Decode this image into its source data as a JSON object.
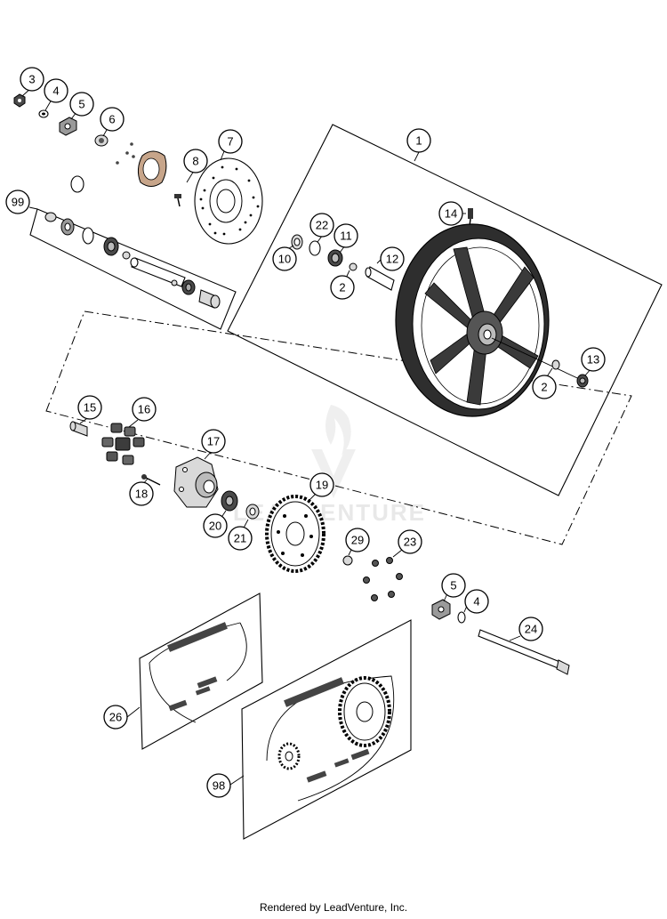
{
  "callouts": [
    {
      "id": "c1",
      "label": "1"
    },
    {
      "id": "c2a",
      "label": "2"
    },
    {
      "id": "c2b",
      "label": "2"
    },
    {
      "id": "c3",
      "label": "3"
    },
    {
      "id": "c4a",
      "label": "4"
    },
    {
      "id": "c4b",
      "label": "4"
    },
    {
      "id": "c5a",
      "label": "5"
    },
    {
      "id": "c5b",
      "label": "5"
    },
    {
      "id": "c6",
      "label": "6"
    },
    {
      "id": "c7",
      "label": "7"
    },
    {
      "id": "c8",
      "label": "8"
    },
    {
      "id": "c10",
      "label": "10"
    },
    {
      "id": "c11",
      "label": "11"
    },
    {
      "id": "c12",
      "label": "12"
    },
    {
      "id": "c13",
      "label": "13"
    },
    {
      "id": "c14",
      "label": "14"
    },
    {
      "id": "c15",
      "label": "15"
    },
    {
      "id": "c16",
      "label": "16"
    },
    {
      "id": "c17",
      "label": "17"
    },
    {
      "id": "c18",
      "label": "18"
    },
    {
      "id": "c19",
      "label": "19"
    },
    {
      "id": "c20",
      "label": "20"
    },
    {
      "id": "c21",
      "label": "21"
    },
    {
      "id": "c22",
      "label": "22"
    },
    {
      "id": "c23",
      "label": "23"
    },
    {
      "id": "c24",
      "label": "24"
    },
    {
      "id": "c26",
      "label": "26"
    },
    {
      "id": "c29",
      "label": "29"
    },
    {
      "id": "c98",
      "label": "98"
    },
    {
      "id": "c99",
      "label": "99"
    }
  ],
  "watermark": "LEADVENTURE",
  "footer": "Rendered by LeadVenture, Inc."
}
